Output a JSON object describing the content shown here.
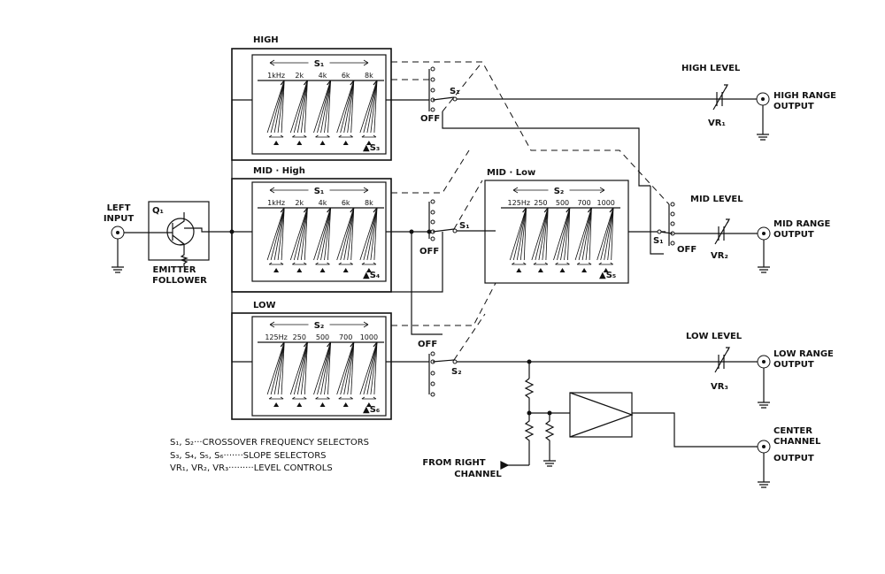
{
  "blocks": {
    "high": {
      "title": "HIGH",
      "selector": "S₁",
      "ticks": [
        "1kHz",
        "2k",
        "4k",
        "6k",
        "8k"
      ],
      "slope": "▲S₃"
    },
    "mid_high": {
      "title": "MID · High",
      "selector": "S₁",
      "ticks": [
        "1kHz",
        "2k",
        "4k",
        "6k",
        "8k"
      ],
      "slope": "▲S₄"
    },
    "mid_low": {
      "title": "MID · Low",
      "selector": "S₂",
      "ticks": [
        "125Hz",
        "250",
        "500",
        "700",
        "1000"
      ],
      "slope": "▲S₅"
    },
    "low": {
      "title": "LOW",
      "selector": "S₂",
      "ticks": [
        "125Hz",
        "250",
        "500",
        "700",
        "1000"
      ],
      "slope": "▲S₆"
    }
  },
  "input": {
    "line1": "LEFT",
    "line2": "INPUT"
  },
  "transistor": {
    "label": "Q₁",
    "caption1": "EMITTER",
    "caption2": "FOLLOWER"
  },
  "switches": {
    "s1_high": "S₁",
    "s1_mid": "S₁",
    "s1_right": "S₁",
    "s2_low": "S₂",
    "off": "OFF"
  },
  "levels": {
    "high": {
      "label": "HIGH LEVEL",
      "vr": "VR₁"
    },
    "mid": {
      "label": "MID LEVEL",
      "vr": "VR₂"
    },
    "low": {
      "label": "LOW LEVEL",
      "vr": "VR₃"
    }
  },
  "outputs": {
    "high": {
      "line1": "HIGH RANGE",
      "line2": "OUTPUT"
    },
    "mid": {
      "line1": "MID RANGE",
      "line2": "OUTPUT"
    },
    "low": {
      "line1": "LOW RANGE",
      "line2": "OUTPUT"
    },
    "center": {
      "line1": "CENTER",
      "line2": "CHANNEL",
      "line3": "OUTPUT"
    }
  },
  "from_right": {
    "line1": "FROM RIGHT",
    "line2": "CHANNEL"
  },
  "legend": [
    "S₁, S₂···CROSSOVER FREQUENCY SELECTORS",
    "S₃, S₄, S₅, S₆·······SLOPE SELECTORS",
    "VR₁, VR₂, VR₃·········LEVEL CONTROLS"
  ]
}
